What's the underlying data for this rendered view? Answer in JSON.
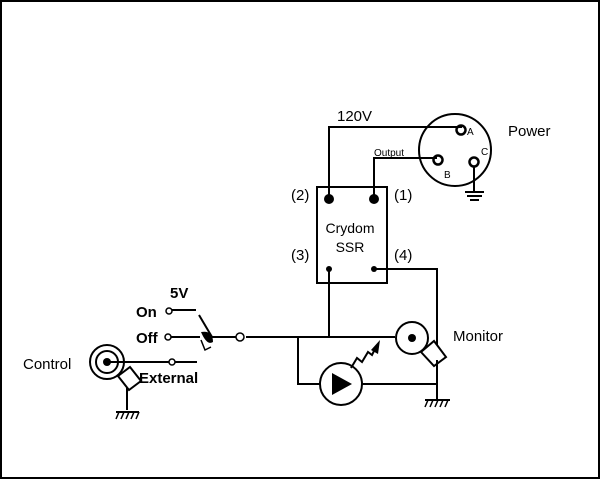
{
  "labels": {
    "voltage": "120V",
    "power": "Power",
    "pin_a": "A",
    "pin_b": "B",
    "pin_c": "C",
    "output": "Output",
    "term_2": "(2)",
    "term_1": "(1)",
    "term_3": "(3)",
    "term_4": "(4)",
    "ssr_line1": "Crydom",
    "ssr_line2": "SSR",
    "supply": "5V",
    "on": "On",
    "off": "Off",
    "external": "External",
    "control": "Control",
    "monitor": "Monitor"
  },
  "colors": {
    "line": "#000000",
    "background": "#ffffff"
  }
}
